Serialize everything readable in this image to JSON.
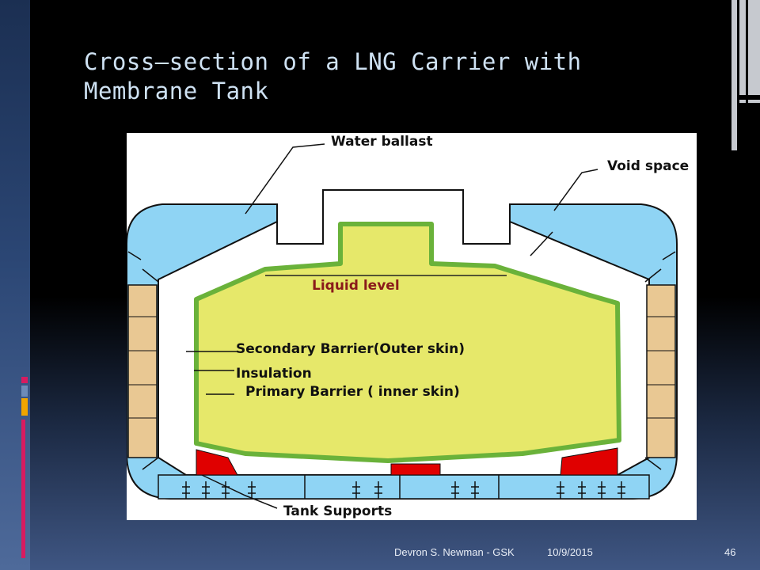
{
  "title": {
    "line1": "Cross–section of a LNG Carrier with",
    "line2": "Membrane Tank"
  },
  "diagram": {
    "labels": {
      "water_ballast": "Water ballast",
      "void_space": "Void space",
      "liquid_level": "Liquid level",
      "secondary_barrier": "Secondary Barrier(Outer skin)",
      "insulation": "Insulation",
      "primary_barrier": "Primary Barrier ( inner skin)",
      "tank_supports": "Tank Supports"
    },
    "colors": {
      "ballast": "#8fd4f4",
      "cargo": "#e6e86a",
      "barrier": "#6ab23a",
      "insulation_block": "#e9c893",
      "support": "#e00000",
      "liquid_label": "#8a1a1a"
    }
  },
  "footer": {
    "author": "Devron S. Newman - GSK",
    "date": "10/9/2015",
    "page": "46"
  }
}
